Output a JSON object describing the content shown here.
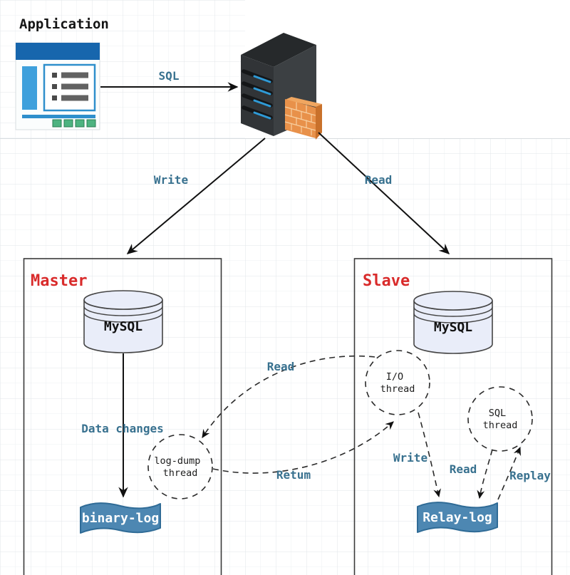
{
  "colors": {
    "label_teal": "#38718f",
    "title_red": "#d92b2b",
    "banner_blue": "#4d87b2",
    "banner_border": "#2f6b96",
    "cylinder_fill": "#e9edf9",
    "server_slot_blue": "#2f9ad6",
    "firewall_orange": "#e8914a",
    "app_titlebar_blue": "#1766ad",
    "app_accent_blue": "#2f8fcc",
    "app_green": "#4db380"
  },
  "app": {
    "label": "Application"
  },
  "connections": {
    "sql": "SQL",
    "write": "Write",
    "read": "Read"
  },
  "master": {
    "title": "Master",
    "db": "MySQL",
    "data_changes": "Data changes",
    "log_dump_thread_line1": "log-dump",
    "log_dump_thread_line2": "thread",
    "binary_log": "binary-log"
  },
  "slave": {
    "title": "Slave",
    "db": "MySQL",
    "io_thread_line1": "I/O",
    "io_thread_line2": "thread",
    "sql_thread_line1": "SQL",
    "sql_thread_line2": "thread",
    "relay_log": "Relay-log",
    "write": "Write",
    "read": "Read",
    "replay": "Replay"
  },
  "replication": {
    "read": "Read",
    "return": "Retum"
  }
}
